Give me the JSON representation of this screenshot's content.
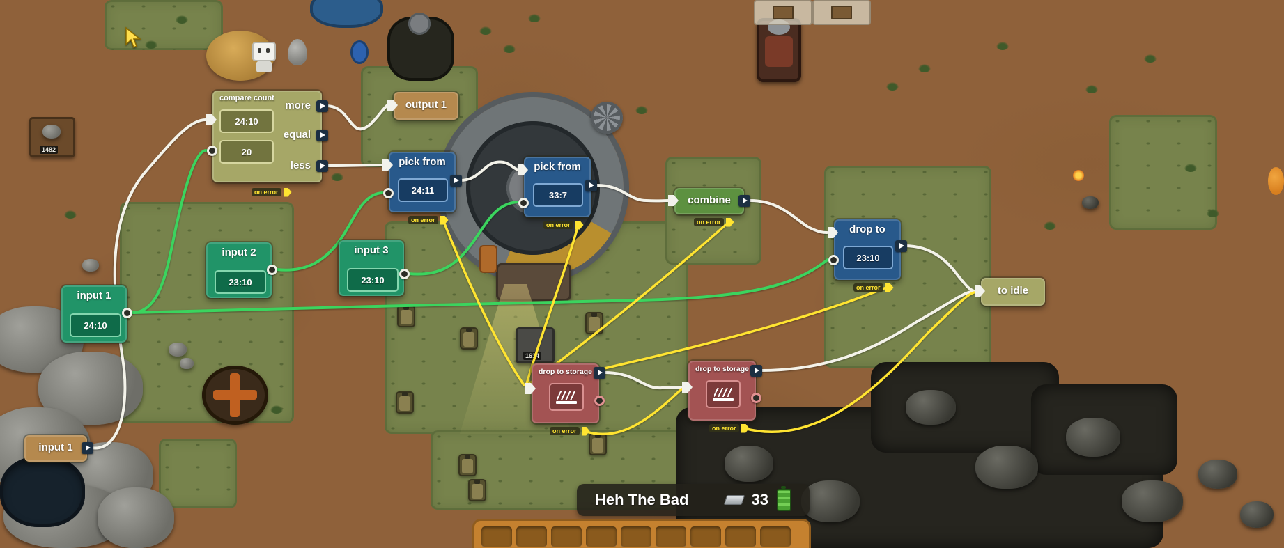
{
  "labels": {
    "on_error": "on error"
  },
  "nodes": {
    "compare_count": {
      "title": "compare count",
      "value_a": "24:10",
      "value_b": "20",
      "out_more": "more",
      "out_equal": "equal",
      "out_less": "less"
    },
    "output_1": {
      "label": "output 1"
    },
    "pick_from_1": {
      "title": "pick from",
      "value": "24:11"
    },
    "pick_from_2": {
      "title": "pick from",
      "value": "33:7"
    },
    "combine": {
      "label": "combine"
    },
    "drop_to": {
      "title": "drop to",
      "value": "23:10"
    },
    "input_1": {
      "title": "input 1",
      "value": "24:10"
    },
    "input_2": {
      "title": "input 2",
      "value": "23:10"
    },
    "input_3": {
      "title": "input 3",
      "value": "23:10"
    },
    "drop_to_storage_1": {
      "title": "drop to storage"
    },
    "drop_to_storage_2": {
      "title": "drop to storage"
    },
    "to_idle": {
      "label": "to idle"
    },
    "input_1_exec": {
      "label": "input 1"
    }
  },
  "world": {
    "crate_label_1": "1482",
    "crate_label_2": "1634"
  },
  "hud": {
    "unit_name": "Heh The Bad",
    "metal_count": "33"
  },
  "colors": {
    "wire_white": "#f4f3ea",
    "wire_green": "#3bd45e",
    "wire_yellow": "#ffe431",
    "node_blue": "#28598b",
    "node_blue_dark": "#173c62",
    "node_green": "#219468",
    "node_green_dark": "#0f6b49",
    "node_khaki": "#a6a767",
    "node_khaki_dark": "#72743f",
    "node_tan": "#b5894e",
    "node_red": "#a35353",
    "node_red_dark": "#7c3a3a",
    "battery_green": "#58b43c"
  }
}
